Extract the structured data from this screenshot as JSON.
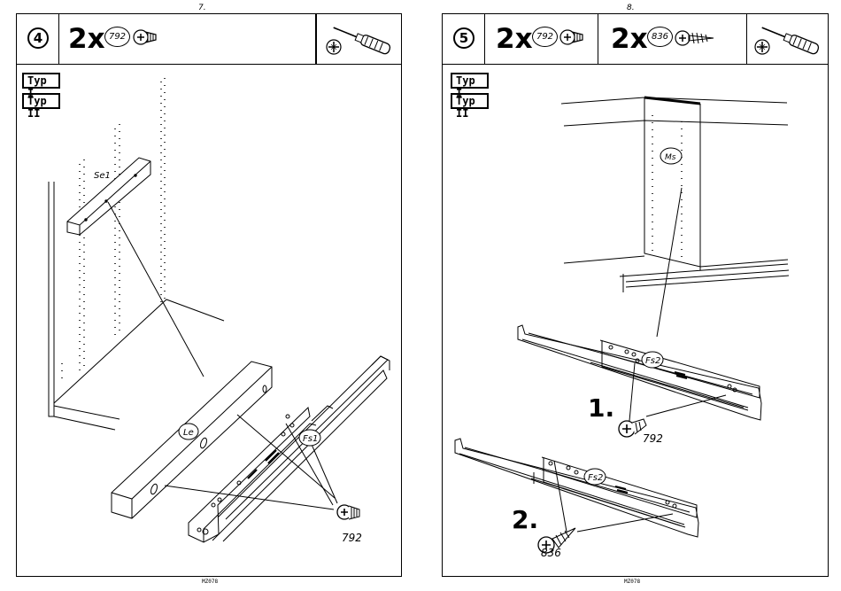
{
  "left_page": {
    "page_number": "7.",
    "step": "4",
    "qty_label": "2x",
    "part_number": "792",
    "type_labels": [
      "Typ I",
      "Typ II"
    ],
    "callouts": {
      "se": "Se1",
      "le": "Le",
      "fs": "Fs1",
      "screw": "792"
    },
    "footer": "MZ078",
    "icons": [
      "screw-icon",
      "screwdriver-icon",
      "phillips-head-icon"
    ]
  },
  "right_page": {
    "page_number": "8.",
    "step": "5",
    "qty_label_1": "2x",
    "part_number_1": "792",
    "qty_label_2": "2x",
    "part_number_2": "836",
    "type_labels": [
      "Typ I",
      "Typ II"
    ],
    "callouts": {
      "ms": "Ms",
      "fs_top": "Fs2",
      "fs_bottom": "Fs2",
      "screw_1": "792",
      "screw_2": "836"
    },
    "steps": [
      "1.",
      "2."
    ],
    "footer": "MZ078",
    "icons": [
      "screw-icon",
      "wood-screw-icon",
      "screwdriver-icon",
      "phillips-head-icon"
    ]
  }
}
